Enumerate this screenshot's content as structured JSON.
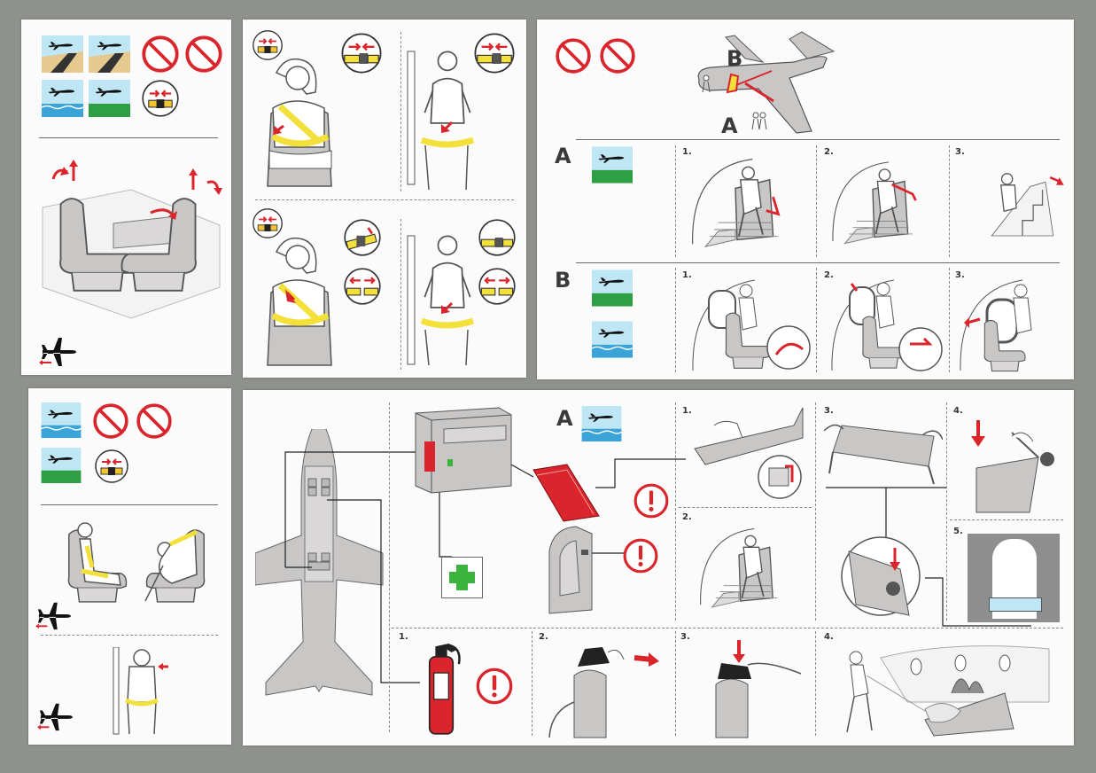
{
  "labels": {
    "door_a": "A",
    "door_b": "B",
    "row_a": "A",
    "row_b": "B",
    "ditch_a": "A"
  },
  "steps": {
    "door_a": [
      "1.",
      "2.",
      "3."
    ],
    "door_b": [
      "1.",
      "2.",
      "3."
    ],
    "ditch": [
      "1.",
      "2.",
      "3.",
      "4.",
      "5."
    ],
    "extinguisher": [
      "1.",
      "2.",
      "3.",
      "4."
    ]
  },
  "icons": {
    "no_smoking": "no-smoking-icon",
    "no_electronics": "no-electronics-icon",
    "no_baggage": "no-baggage-icon",
    "seatbelt": "seatbelt-icon",
    "first_aid": "first-aid-icon",
    "warning": "warning-exclamation-icon",
    "landing_water": "landing-water-icon",
    "landing_ground": "landing-ground-icon",
    "landing_runway": "landing-runway-icon",
    "aircraft_direction": "aircraft-direction-icon"
  },
  "colors": {
    "accent_red": "#d9252b",
    "sky_blue": "#bfe6f5",
    "water_blue": "#3aa3d8",
    "grass_green": "#2ea043",
    "belt_yellow": "#f4e03a",
    "sand": "#e6c98f",
    "cross_green": "#3cb33c",
    "figure_gray": "#c9c6c6"
  },
  "warning_text": "!"
}
